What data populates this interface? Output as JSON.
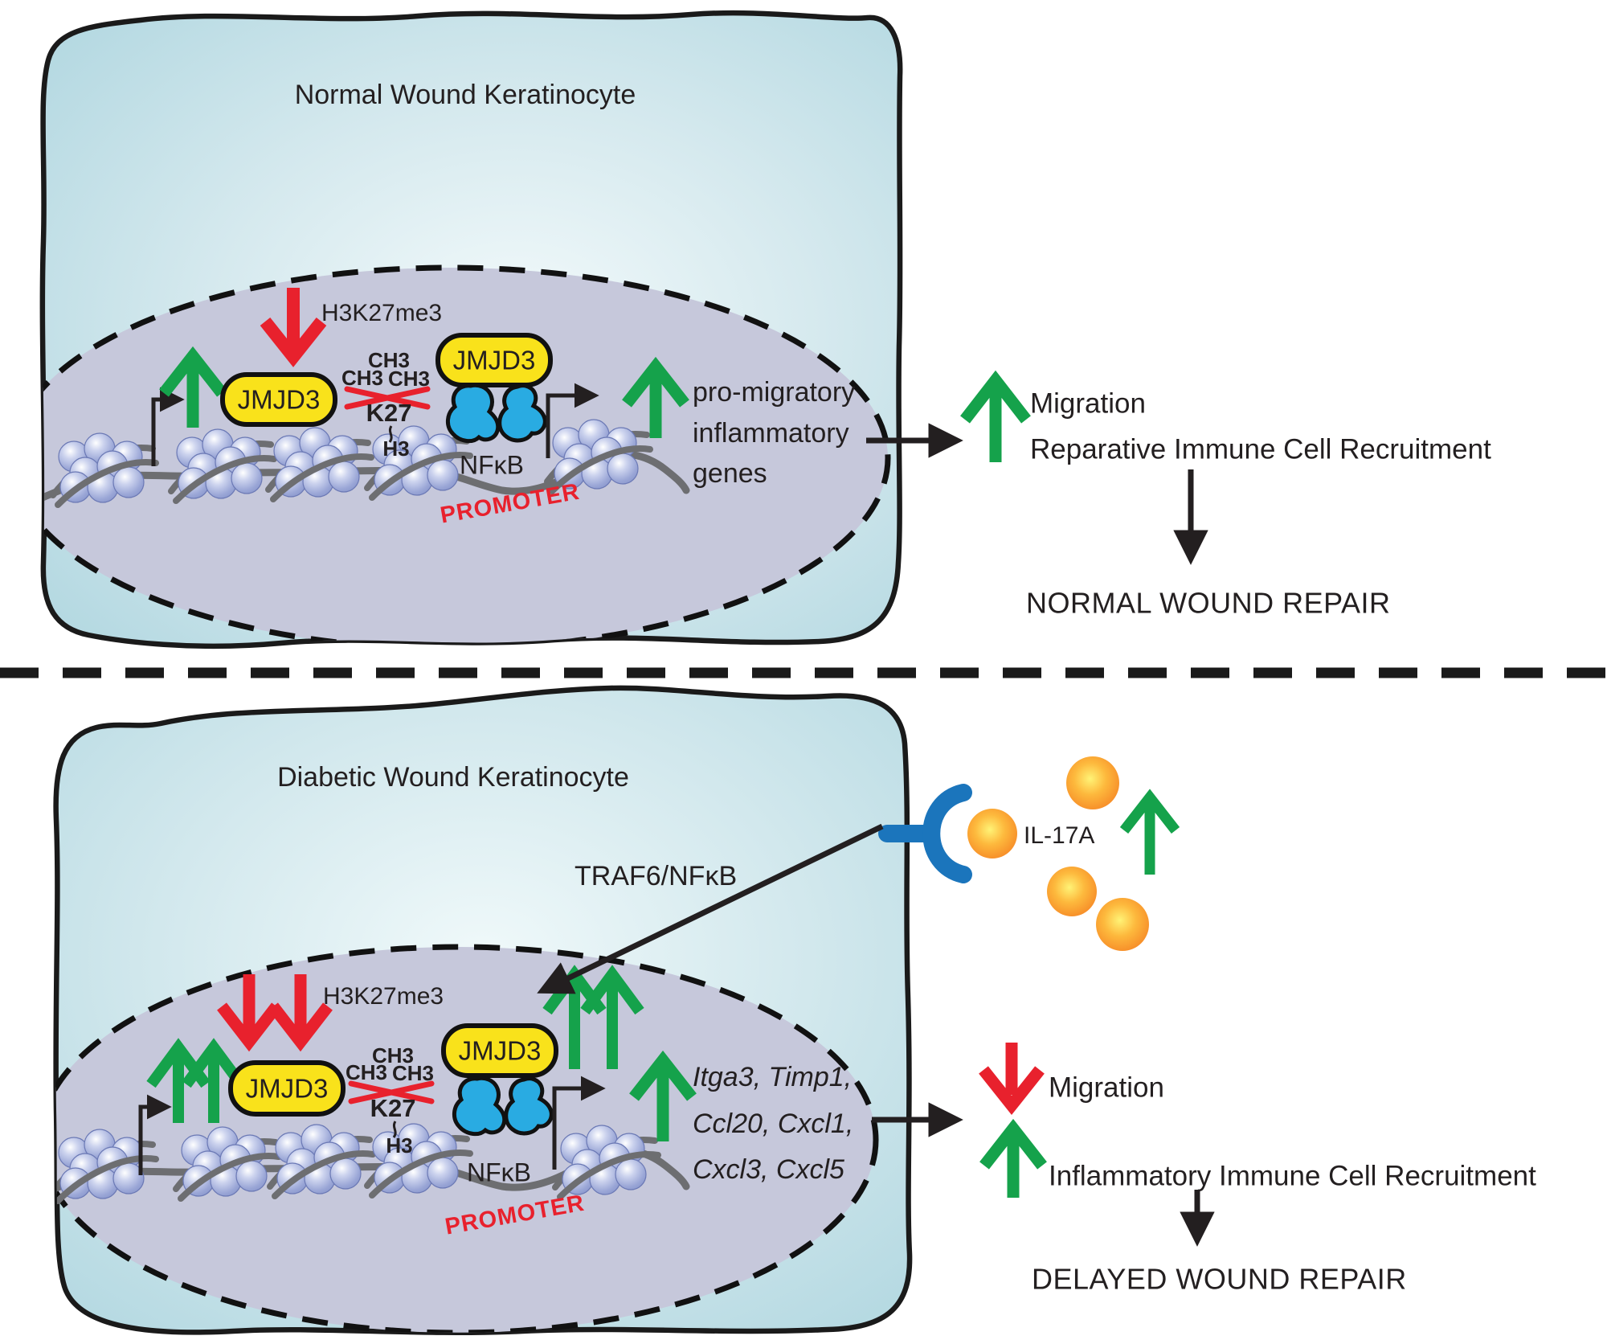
{
  "colors": {
    "cell_fill_edge": "#abd4de",
    "cell_fill_center": "#f3fafb",
    "nucleus_fill": "#c6c8db",
    "outline": "#1a1a1a",
    "green": "#15a24b",
    "red": "#e8212d",
    "yellow": "#f9e21b",
    "receptor_blue": "#1b75bc",
    "nfkb_blue": "#29abe2",
    "orange": "#f4791f",
    "dna_gray": "#6d6e71",
    "text": "#231f20"
  },
  "top_cell": {
    "title": "Normal Wound Keratinocyte",
    "nucleus": {
      "h3k27me3": "H3K27me3",
      "jmjd3_left": "JMJD3",
      "jmjd3_right": "JMJD3",
      "ch3_top": "CH3",
      "ch3_left": "CH3",
      "ch3_right": "CH3",
      "k27": "K27",
      "h3": "H3",
      "nfkb": "NFκB",
      "promoter": "PROMOTER",
      "output_line1": "pro-migratory",
      "output_line2": "inflammatory",
      "output_line3": "genes"
    },
    "result": {
      "migration": "Migration",
      "recruitment": "Reparative Immune Cell Recruitment",
      "outcome": "NORMAL WOUND REPAIR"
    }
  },
  "bottom_cell": {
    "title": "Diabetic Wound Keratinocyte",
    "il17a": "IL-17A",
    "traf6": "TRAF6/NFκB",
    "nucleus": {
      "h3k27me3": "H3K27me3",
      "jmjd3_left": "JMJD3",
      "jmjd3_right": "JMJD3",
      "ch3_top": "CH3",
      "ch3_left": "CH3",
      "ch3_right": "CH3",
      "k27": "K27",
      "h3": "H3",
      "nfkb": "NFκB",
      "promoter": "PROMOTER",
      "genes_line1": "Itga3, Timp1,",
      "genes_line2": "Ccl20, Cxcl1,",
      "genes_line3": "Cxcl3, Cxcl5"
    },
    "result": {
      "migration": "Migration",
      "recruitment": "Inflammatory Immune Cell Recruitment",
      "outcome": "DELAYED WOUND REPAIR"
    }
  }
}
